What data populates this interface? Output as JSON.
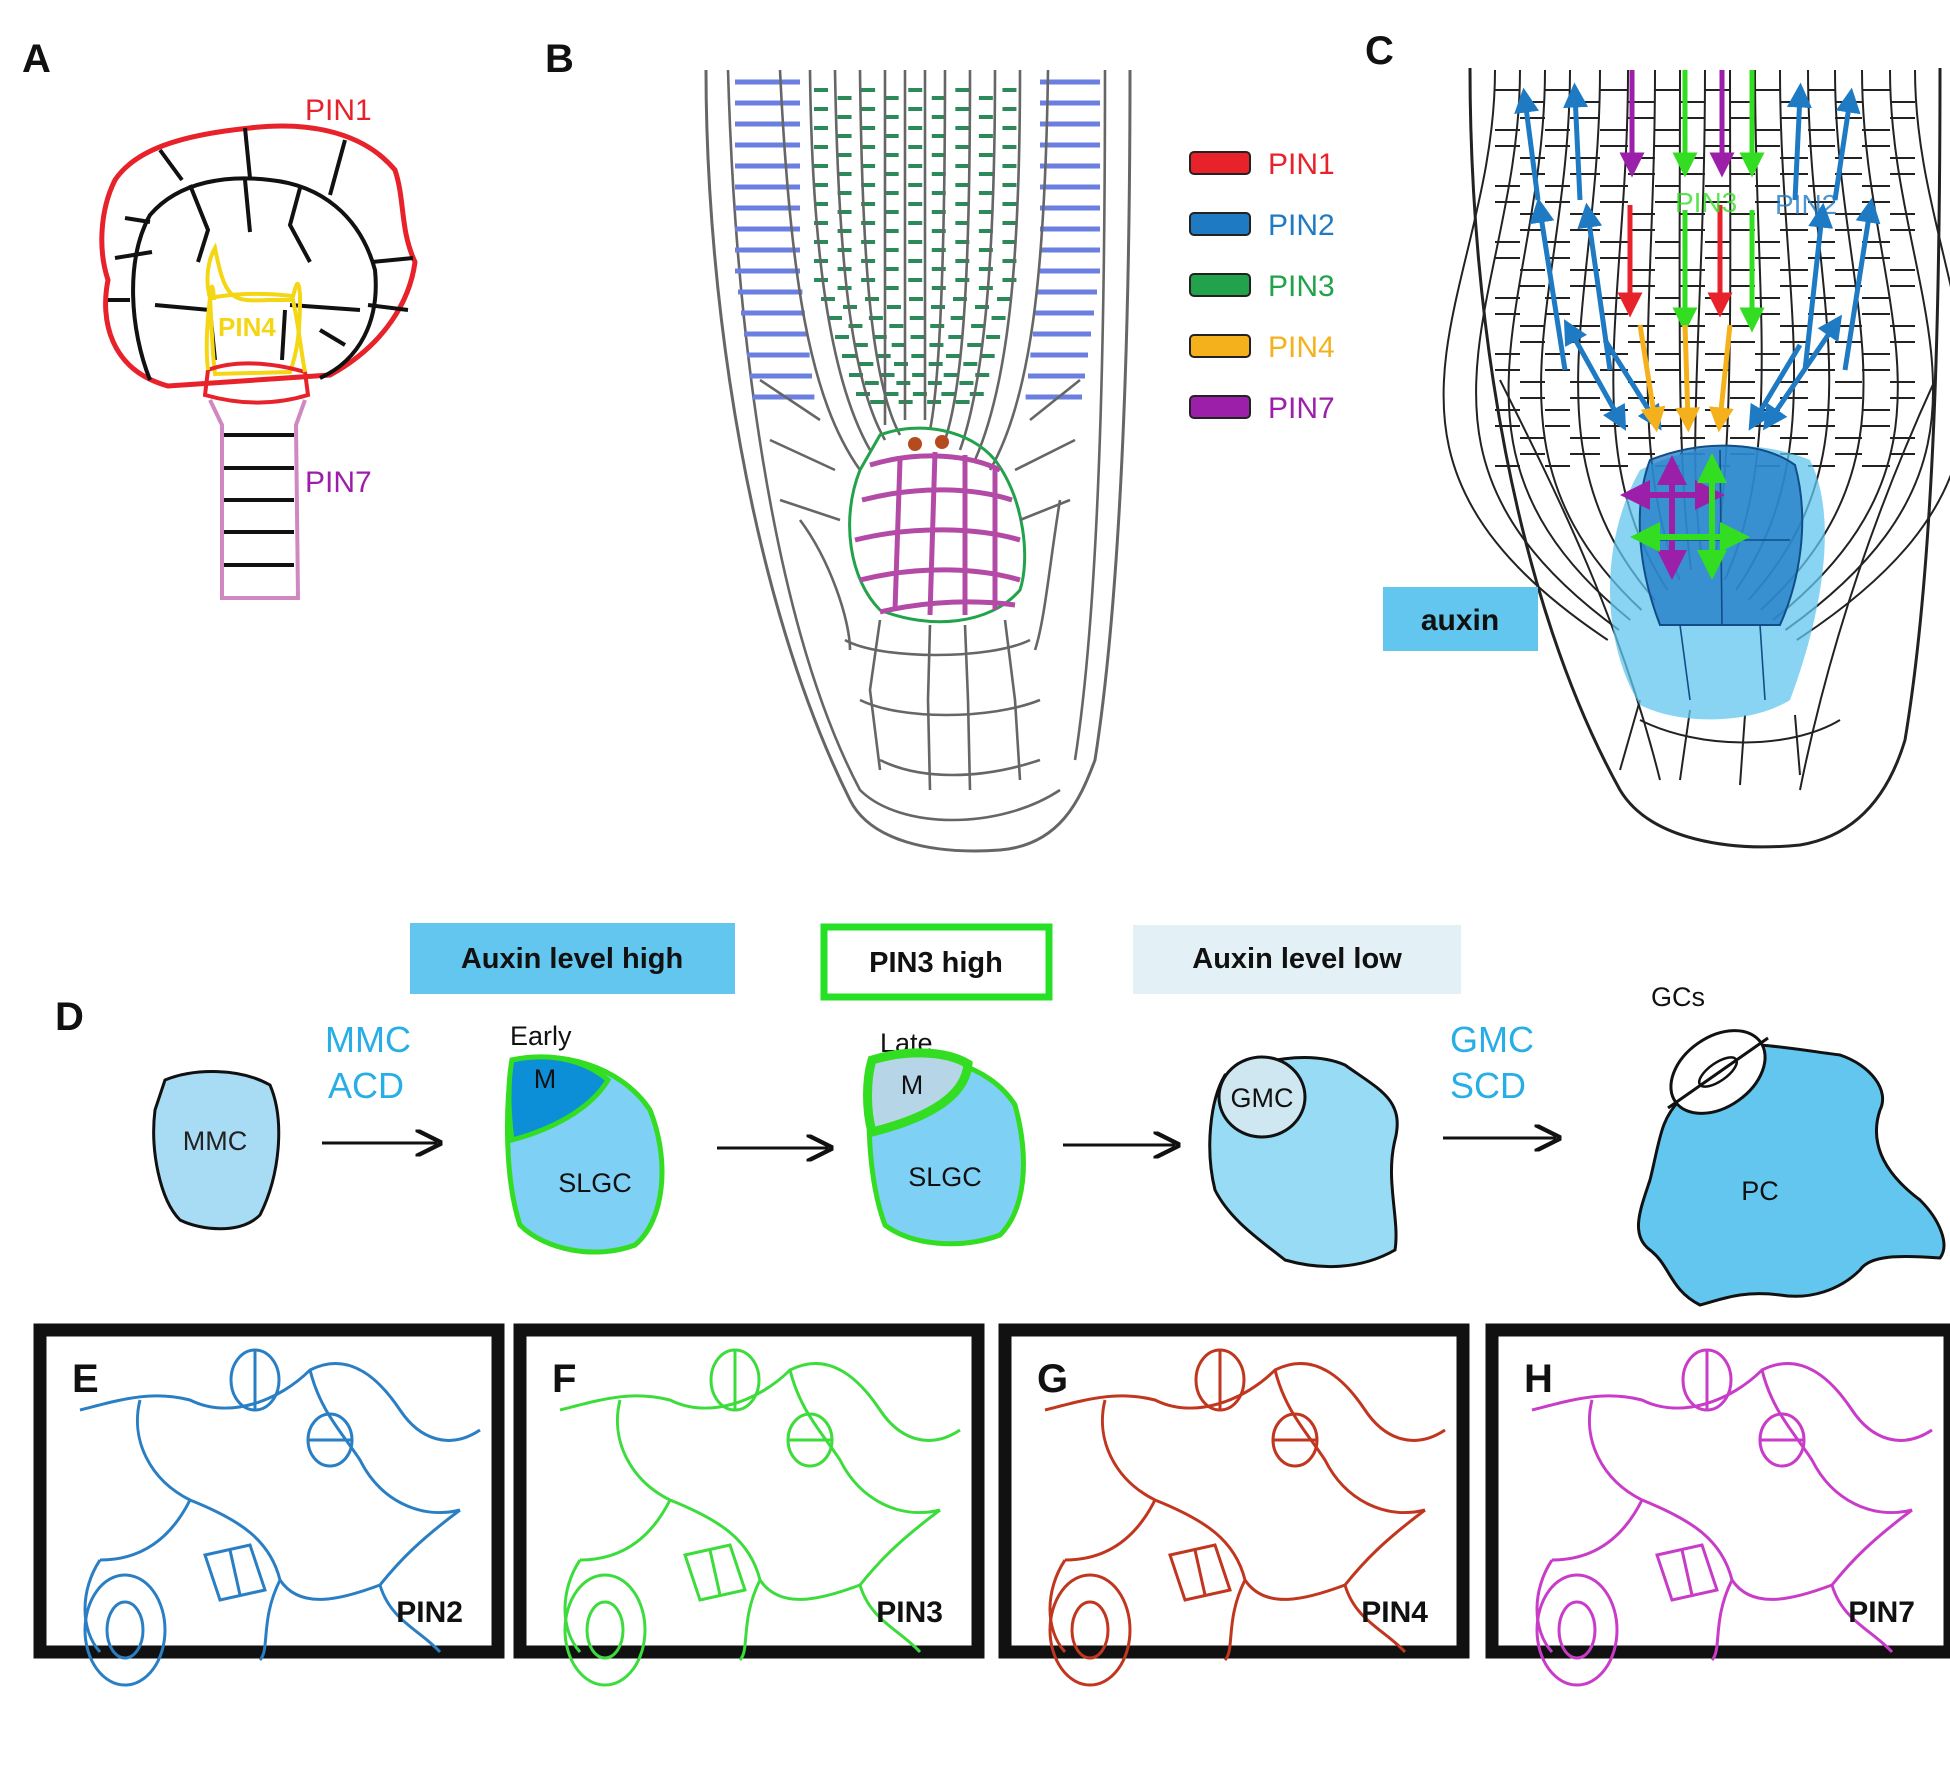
{
  "panel_letters": [
    "A",
    "B",
    "C",
    "D",
    "E",
    "F",
    "G",
    "H"
  ],
  "panel_a": {
    "pin1": "PIN1",
    "pin4": "PIN4",
    "pin7": "PIN7"
  },
  "legend": [
    {
      "label": "PIN1",
      "color": "#e8222b"
    },
    {
      "label": "PIN2",
      "color": "#1f7ac4"
    },
    {
      "label": "PIN3",
      "color": "#22a24a"
    },
    {
      "label": "PIN4",
      "color": "#f5b11b"
    },
    {
      "label": "PIN7",
      "color": "#9b1fa8"
    }
  ],
  "panel_c": {
    "pin3": "PIN3",
    "pin2": "PIN2",
    "auxin": "auxin"
  },
  "panel_d": {
    "box_high": "Auxin level high",
    "box_pin3": "PIN3 high",
    "box_low": "Auxin level low",
    "step1": [
      "MMC",
      "ACD"
    ],
    "step2": [
      "GMC",
      "SCD"
    ],
    "early": "Early",
    "late": "Late",
    "gcs": "GCs",
    "cells": {
      "mmc": "MMC",
      "m": "M",
      "slgc": "SLGC",
      "gmc": "GMC",
      "pc": "PC"
    }
  },
  "bottom_panels": [
    {
      "letter": "E",
      "label": "PIN2",
      "color": "#2a7fc4"
    },
    {
      "letter": "F",
      "label": "PIN3",
      "color": "#3ddc3d"
    },
    {
      "letter": "G",
      "label": "PIN4",
      "color": "#c0361e"
    },
    {
      "letter": "H",
      "label": "PIN7",
      "color": "#c83cc8"
    }
  ],
  "colors": {
    "auxin_high": "#62c6ee",
    "auxin_low": "#e3f1f7",
    "pin3_box": "#26e026"
  }
}
